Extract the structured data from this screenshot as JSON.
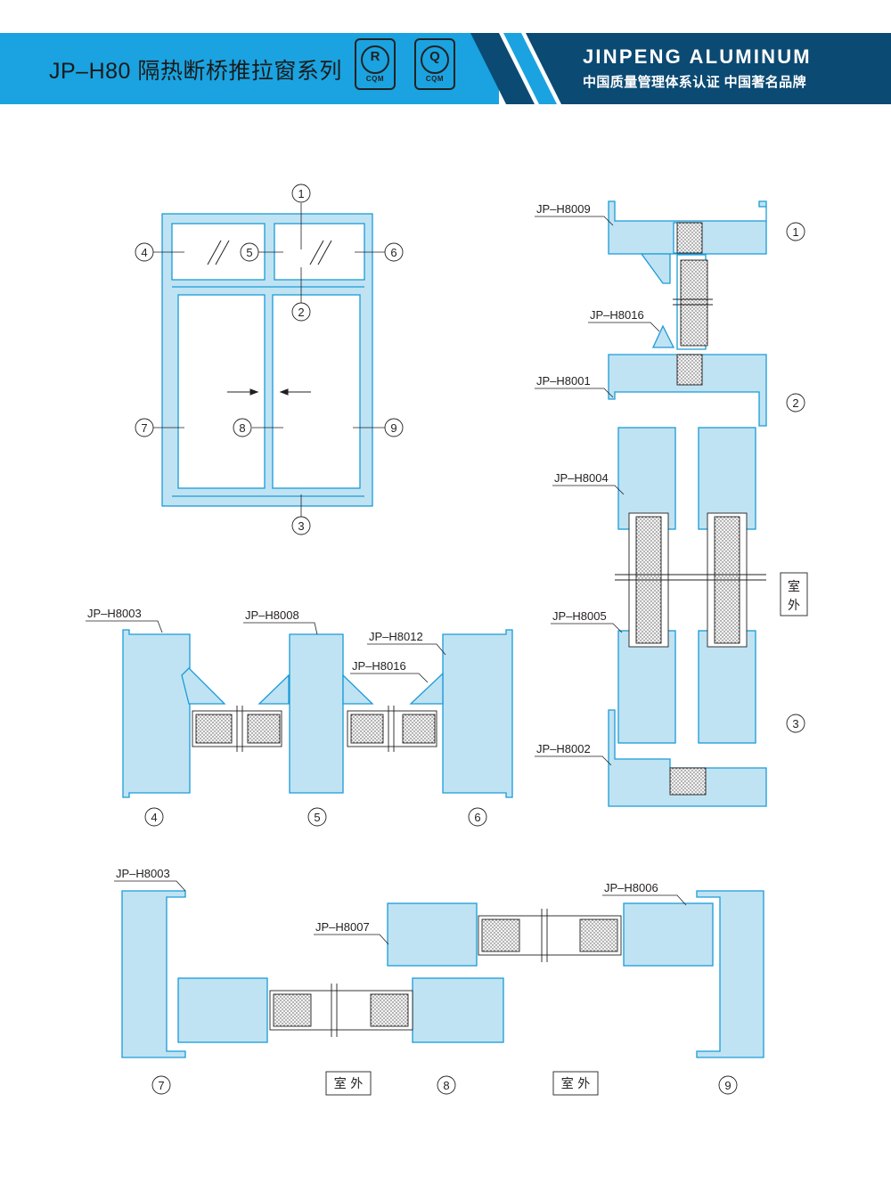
{
  "header": {
    "title": "JP–H80 隔热断桥推拉窗系列",
    "brand_en": "JINPENG ALUMINUM",
    "brand_cn": "中国质量管理体系认证  中国著名品牌",
    "cert_r_letter": "R",
    "cert_r_sub": "CQM",
    "cert_q_letter": "Q",
    "cert_q_sub": "CQM",
    "colors": {
      "bar_light": "#1aa3e0",
      "bar_dark": "#0b4a73",
      "profile_fill": "#bfe3f3",
      "profile_stroke": "#1a9bd8"
    }
  },
  "elevation": {
    "markers": [
      "1",
      "2",
      "3",
      "4",
      "5",
      "6",
      "7",
      "8",
      "9"
    ]
  },
  "vertical_section": {
    "labels": [
      "JP–H8009",
      "JP–H8016",
      "JP–H8001",
      "JP–H8004",
      "JP–H8005",
      "JP–H8002"
    ],
    "markers": [
      "1",
      "2",
      "3"
    ],
    "room_label": [
      "室",
      "外"
    ]
  },
  "upper_section": {
    "labels": [
      "JP–H8003",
      "JP–H8008",
      "JP–H8012",
      "JP–H8016"
    ],
    "markers": [
      "4",
      "5",
      "6"
    ]
  },
  "lower_section": {
    "labels": [
      "JP–H8003",
      "JP–H8007",
      "JP–H8006"
    ],
    "markers": [
      "7",
      "8",
      "9"
    ],
    "room_label_1": "室 外",
    "room_label_2": "室 外"
  }
}
